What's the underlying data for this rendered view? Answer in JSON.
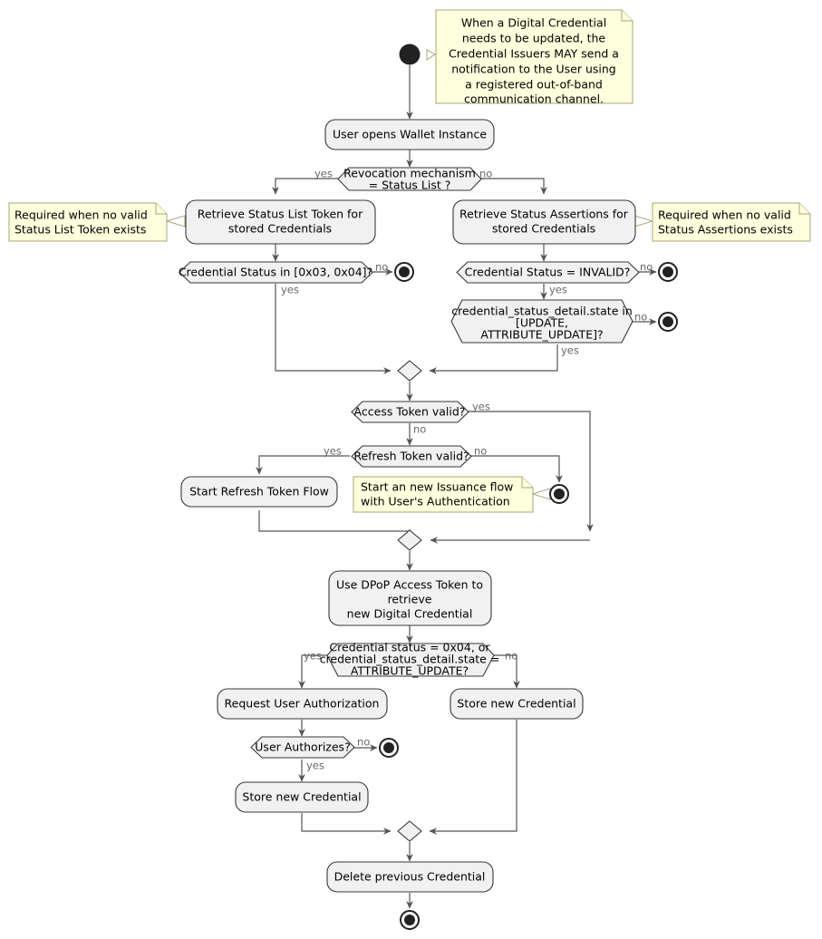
{
  "diagram": {
    "type": "uml-activity-diagram",
    "title": "Digital Credential update flow",
    "colors": {
      "activity_fill": "#F1F1F1",
      "activity_border": "#383838",
      "note_fill": "#FEFFDD",
      "note_border": "#A9A57C",
      "edge": "#545454",
      "label_text": "#666666",
      "node_text": "#000000",
      "background": "#FFFFFF"
    },
    "start_node": {
      "name": "start"
    },
    "activities": [
      {
        "id": "a_open_wallet",
        "label": "User opens Wallet Instance"
      },
      {
        "id": "a_retrieve_status_list",
        "label": "Retrieve Status List Token for\nstored Credentials"
      },
      {
        "id": "a_retrieve_status_assertions",
        "label": "Retrieve Status Assertions for\nstored Credentials"
      },
      {
        "id": "a_refresh_token_flow",
        "label": "Start Refresh Token Flow"
      },
      {
        "id": "a_use_dpop",
        "label": "Use DPoP Access Token to\nretrieve\nnew Digital Credential"
      },
      {
        "id": "a_request_user_auth",
        "label": "Request User Authorization"
      },
      {
        "id": "a_store_new_credential_right",
        "label": "Store new Credential"
      },
      {
        "id": "a_store_new_credential_left",
        "label": "Store new Credential"
      },
      {
        "id": "a_delete_previous",
        "label": "Delete previous Credential"
      }
    ],
    "decisions": [
      {
        "id": "d_revocation",
        "label": "Revocation mechanism\n= Status List ?",
        "yes": "yes",
        "no": "no"
      },
      {
        "id": "d_cred_status_list",
        "label": "Credential Status in [0x03, 0x04]?",
        "yes": "yes",
        "no": "no"
      },
      {
        "id": "d_cred_status_invalid",
        "label": "Credential Status = INVALID?",
        "yes": "yes",
        "no": "no"
      },
      {
        "id": "d_cred_detail_state",
        "label": "credential_status_detail.state in\n[UPDATE,\nATTRIBUTE_UPDATE]?",
        "yes": "yes",
        "no": "no"
      },
      {
        "id": "d_access_token",
        "label": "Access Token valid?",
        "yes": "yes",
        "no": "no"
      },
      {
        "id": "d_refresh_token",
        "label": "Refresh Token valid?",
        "yes": "yes",
        "no": "no"
      },
      {
        "id": "d_status_0x04",
        "label": "Credential status = 0x04, or\ncredential_status_detail.state =\nATTRIBUTE_UPDATE?",
        "yes": "yes",
        "no": "no"
      },
      {
        "id": "d_user_authorizes",
        "label": "User Authorizes?",
        "yes": "yes",
        "no": "no"
      }
    ],
    "notes": [
      {
        "id": "n_start",
        "lines": [
          "When a Digital Credential",
          "needs to be updated, the",
          "Credential Issuers MAY send a",
          "notification to the User using",
          "a registered out-of-band",
          "communication channel."
        ]
      },
      {
        "id": "n_status_list",
        "lines": [
          "Required when no valid",
          "Status List Token exists"
        ]
      },
      {
        "id": "n_status_assertions",
        "lines": [
          "Required when no valid",
          "Status Assertions exists"
        ]
      },
      {
        "id": "n_new_issuance",
        "lines": [
          "Start an new Issuance flow",
          "with User's Authentication"
        ]
      }
    ],
    "edge_labels": [
      {
        "id": "l_rev_yes",
        "text": "yes"
      },
      {
        "id": "l_rev_no",
        "text": "no"
      },
      {
        "id": "l_csl_no",
        "text": "no"
      },
      {
        "id": "l_csl_yes",
        "text": "yes"
      },
      {
        "id": "l_csi_no",
        "text": "no"
      },
      {
        "id": "l_csi_yes",
        "text": "yes"
      },
      {
        "id": "l_cds_no",
        "text": "no"
      },
      {
        "id": "l_cds_yes",
        "text": "yes"
      },
      {
        "id": "l_at_yes",
        "text": "yes"
      },
      {
        "id": "l_at_no",
        "text": "no"
      },
      {
        "id": "l_rt_yes",
        "text": "yes"
      },
      {
        "id": "l_rt_no",
        "text": "no"
      },
      {
        "id": "l_s04_yes",
        "text": "yes"
      },
      {
        "id": "l_s04_no",
        "text": "no"
      },
      {
        "id": "l_ua_no",
        "text": "no"
      },
      {
        "id": "l_ua_yes",
        "text": "yes"
      }
    ],
    "end_nodes": [
      {
        "id": "e_status_list"
      },
      {
        "id": "e_status_invalid"
      },
      {
        "id": "e_detail_state"
      },
      {
        "id": "e_refresh_no"
      },
      {
        "id": "e_user_auth_no"
      },
      {
        "id": "e_final"
      }
    ]
  }
}
